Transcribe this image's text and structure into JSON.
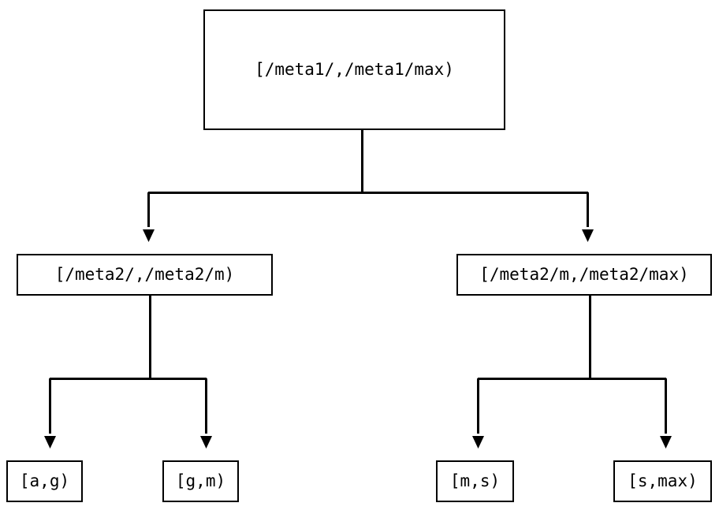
{
  "diagram": {
    "type": "tree",
    "title": "",
    "background_color": "#ffffff",
    "line_color": "#000000",
    "text_color": "#000000",
    "nodes": [
      {
        "id": "root",
        "label": "[/meta1/,/meta1/max)",
        "level": 0
      },
      {
        "id": "midl",
        "label": "[/meta2/,/meta2/m)",
        "level": 1
      },
      {
        "id": "midr",
        "label": "[/meta2/m,/meta2/max)",
        "level": 1
      },
      {
        "id": "leaf1",
        "label": "[a,g)",
        "level": 2
      },
      {
        "id": "leaf2",
        "label": "[g,m)",
        "level": 2
      },
      {
        "id": "leaf3",
        "label": "[m,s)",
        "level": 2
      },
      {
        "id": "leaf4",
        "label": "[s,max)",
        "level": 2
      }
    ],
    "edges": [
      {
        "from": "root",
        "to": "midl",
        "arrow": "triangle-down"
      },
      {
        "from": "root",
        "to": "midr",
        "arrow": "triangle-down"
      },
      {
        "from": "midl",
        "to": "leaf1",
        "arrow": "triangle-down"
      },
      {
        "from": "midl",
        "to": "leaf2",
        "arrow": "triangle-down"
      },
      {
        "from": "midr",
        "to": "leaf3",
        "arrow": "triangle-down"
      },
      {
        "from": "midr",
        "to": "leaf4",
        "arrow": "triangle-down"
      }
    ]
  }
}
